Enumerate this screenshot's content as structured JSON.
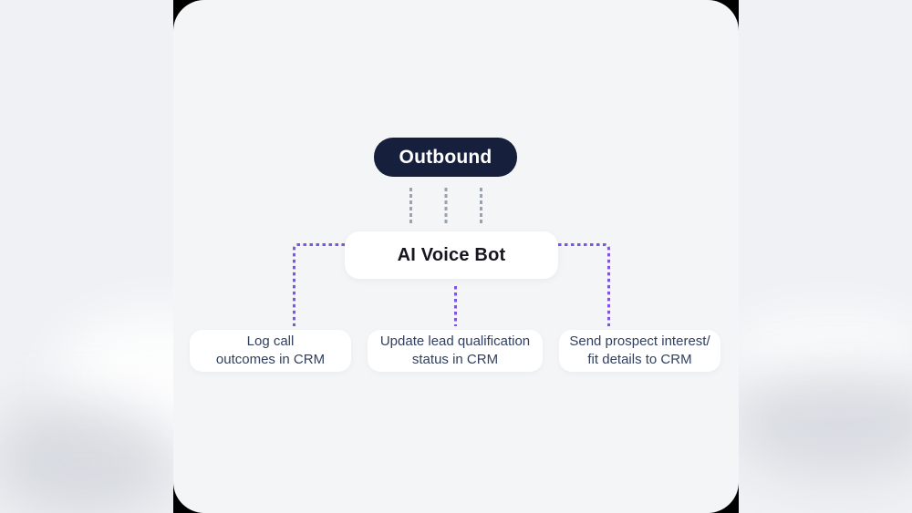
{
  "diagram": {
    "root": {
      "label": "Outbound"
    },
    "bot": {
      "label": "AI Voice Bot"
    },
    "outputs": [
      {
        "line1": "Log call",
        "line2": "outcomes in CRM"
      },
      {
        "line1": "Update lead qualification",
        "line2": "status in CRM"
      },
      {
        "line1": "Send prospect interest/",
        "line2": "fit details to CRM"
      }
    ],
    "colors": {
      "page_bg": "#eff1f4",
      "panel_bg": "#f4f5f7",
      "corner_notch": "#000000",
      "root_bg": "#16203c",
      "root_text": "#ffffff",
      "node_bg": "#ffffff",
      "node_text": "#31405f",
      "bot_text": "#17161f",
      "connector_purple": "#7d53e0",
      "connector_gray": "#9aa2ad"
    }
  }
}
